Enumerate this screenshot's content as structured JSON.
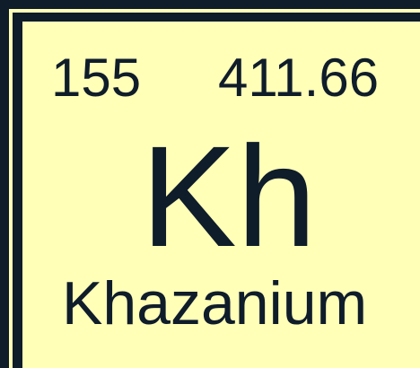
{
  "element": {
    "atomic_number": "155",
    "atomic_mass": "411.66",
    "symbol": "Kh",
    "name": "Khazanium"
  },
  "colors": {
    "background": "#ffffb8",
    "border": "#0f1c2a",
    "text": "#0f1c2a"
  }
}
